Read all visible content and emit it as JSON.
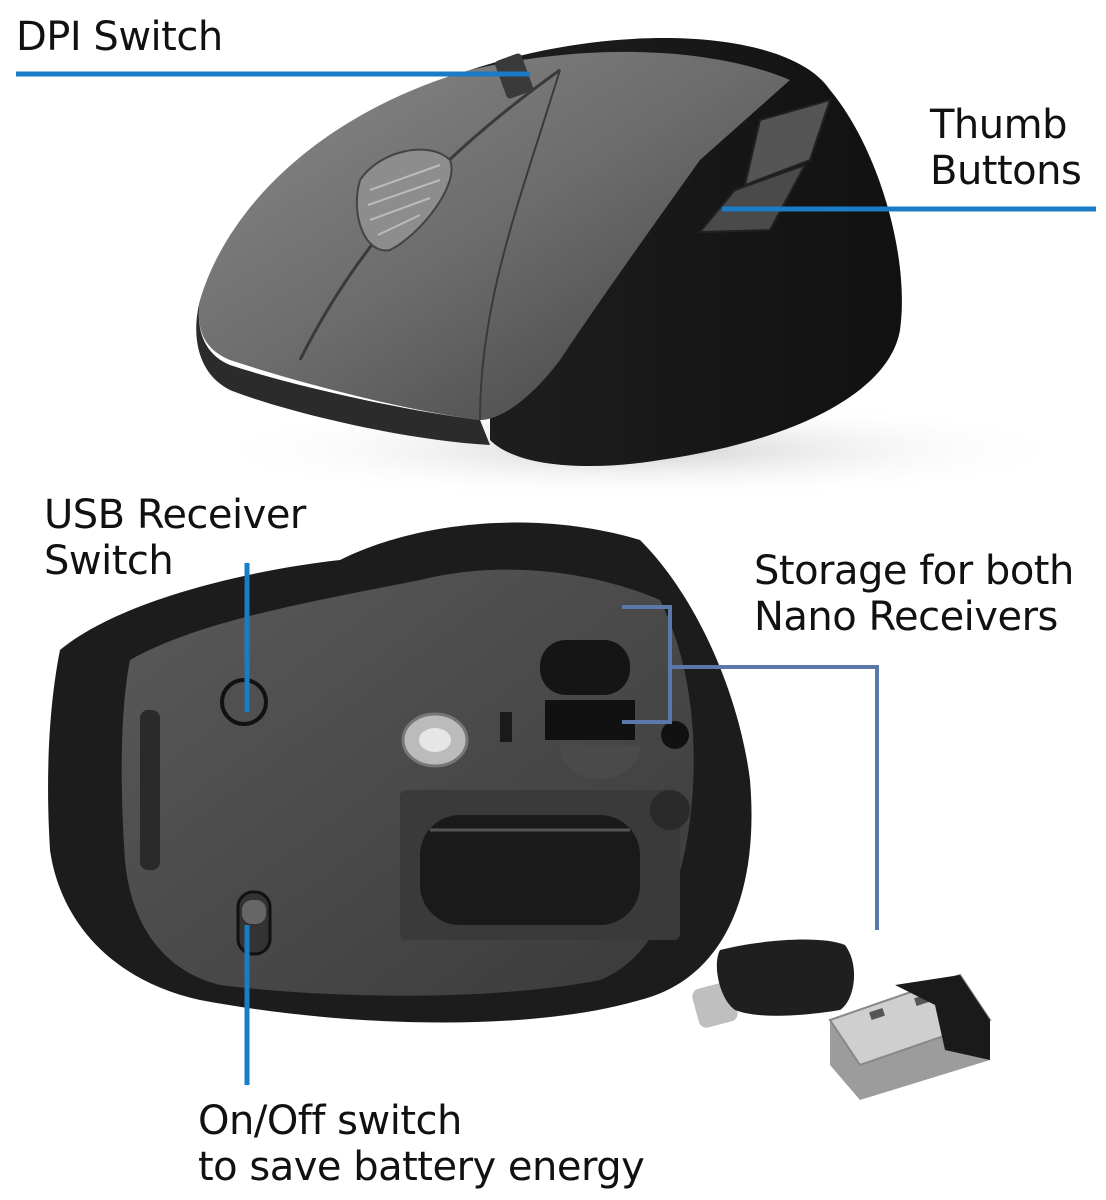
{
  "title": "Wireless ergonomic mouse features",
  "colors": {
    "callout_line": "#1a7cc4",
    "callout_line_storage": "#5a78a8",
    "label_text": "#111111",
    "background": "#ffffff",
    "mouse_body": "#2a2a2a",
    "mouse_top": "#6e6e6e"
  },
  "callouts": {
    "dpi": {
      "lines": [
        "DPI Switch"
      ]
    },
    "thumb": {
      "lines": [
        "Thumb",
        "Buttons"
      ]
    },
    "usb": {
      "lines": [
        "USB Receiver",
        "Switch"
      ]
    },
    "storage": {
      "lines": [
        "Storage for both",
        "Nano Receivers"
      ]
    },
    "onoff": {
      "lines": [
        "On/Off switch",
        "to save battery energy"
      ]
    }
  },
  "images": {
    "mouse_top_view": "mouse-top-icon",
    "mouse_bottom_view": "mouse-bottom-icon",
    "receivers": [
      "usb-c-receiver-icon",
      "usb-a-nano-receiver-icon"
    ]
  }
}
